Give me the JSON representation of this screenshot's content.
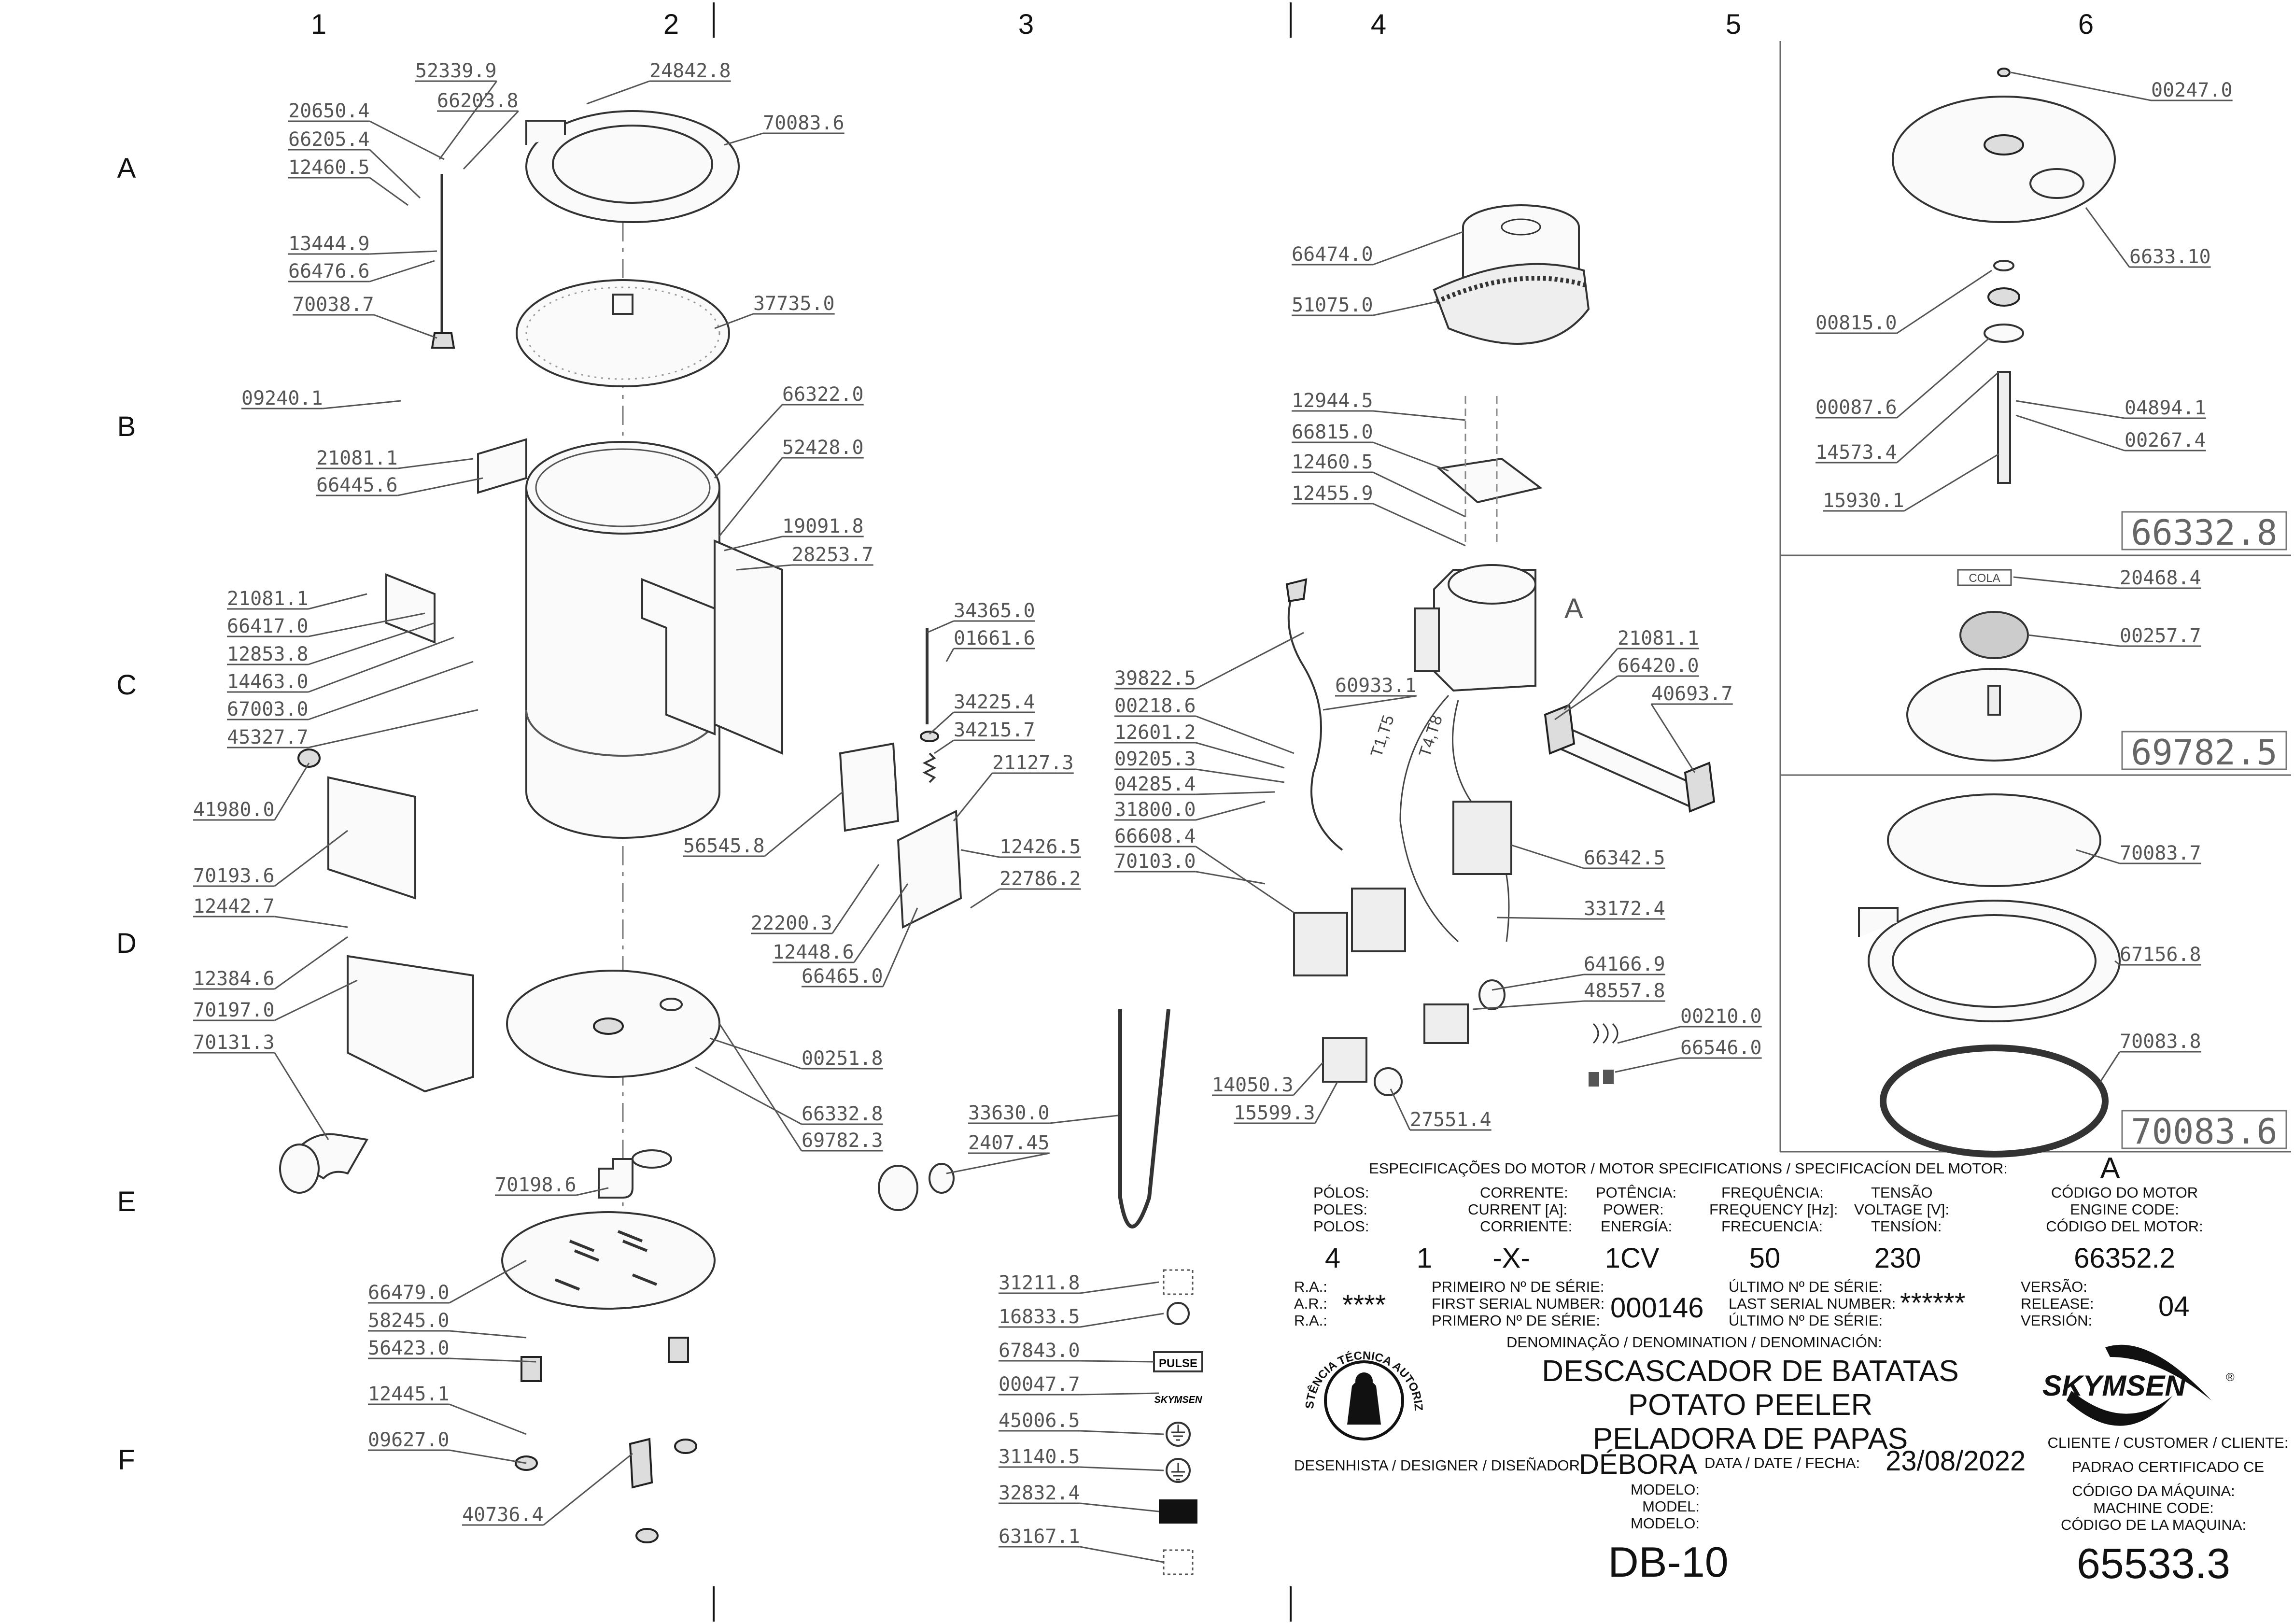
{
  "grid": {
    "columns": [
      "1",
      "2",
      "3",
      "4",
      "5",
      "6"
    ],
    "rows": [
      "A",
      "B",
      "C",
      "D",
      "E",
      "F"
    ]
  },
  "callouts": [
    {
      "id": "c1",
      "label": "52339.9"
    },
    {
      "id": "c2",
      "label": "24842.8"
    },
    {
      "id": "c3",
      "label": "66203.8"
    },
    {
      "id": "c4",
      "label": "20650.4"
    },
    {
      "id": "c5",
      "label": "70083.6"
    },
    {
      "id": "c6",
      "label": "66205.4"
    },
    {
      "id": "c7",
      "label": "12460.5"
    },
    {
      "id": "c8",
      "label": "13444.9"
    },
    {
      "id": "c9",
      "label": "66476.6"
    },
    {
      "id": "c10",
      "label": "70038.7"
    },
    {
      "id": "c11",
      "label": "37735.0"
    },
    {
      "id": "c12",
      "label": "09240.1"
    },
    {
      "id": "c13",
      "label": "66322.0"
    },
    {
      "id": "c14",
      "label": "21081.1"
    },
    {
      "id": "c15",
      "label": "52428.0"
    },
    {
      "id": "c16",
      "label": "66445.6"
    },
    {
      "id": "c17",
      "label": "19091.8"
    },
    {
      "id": "c18",
      "label": "28253.7"
    },
    {
      "id": "c19",
      "label": "21081.1"
    },
    {
      "id": "c20",
      "label": "66417.0"
    },
    {
      "id": "c21",
      "label": "12853.8"
    },
    {
      "id": "c22",
      "label": "14463.0"
    },
    {
      "id": "c23",
      "label": "67003.0"
    },
    {
      "id": "c24",
      "label": "45327.7"
    },
    {
      "id": "c25",
      "label": "41980.0"
    },
    {
      "id": "c26",
      "label": "70193.6"
    },
    {
      "id": "c27",
      "label": "12442.7"
    },
    {
      "id": "c28",
      "label": "12384.6"
    },
    {
      "id": "c29",
      "label": "70197.0"
    },
    {
      "id": "c30",
      "label": "70131.3"
    },
    {
      "id": "c31",
      "label": "00251.8"
    },
    {
      "id": "c32",
      "label": "66332.8"
    },
    {
      "id": "c33",
      "label": "69782.3"
    },
    {
      "id": "c34",
      "label": "70198.6"
    },
    {
      "id": "c35",
      "label": "34365.0"
    },
    {
      "id": "c36",
      "label": "01661.6"
    },
    {
      "id": "c37",
      "label": "34225.4"
    },
    {
      "id": "c38",
      "label": "34215.7"
    },
    {
      "id": "c39",
      "label": "21127.3"
    },
    {
      "id": "c40",
      "label": "56545.8"
    },
    {
      "id": "c41",
      "label": "12426.5"
    },
    {
      "id": "c42",
      "label": "22786.2"
    },
    {
      "id": "c43",
      "label": "22200.3"
    },
    {
      "id": "c44",
      "label": "12448.6"
    },
    {
      "id": "c45",
      "label": "66465.0"
    },
    {
      "id": "c46",
      "label": "33630.0"
    },
    {
      "id": "c47",
      "label": "2407.45"
    },
    {
      "id": "c48",
      "label": "66479.0"
    },
    {
      "id": "c49",
      "label": "58245.0"
    },
    {
      "id": "c50",
      "label": "56423.0"
    },
    {
      "id": "c51",
      "label": "12445.1"
    },
    {
      "id": "c52",
      "label": "09627.0"
    },
    {
      "id": "c53",
      "label": "40736.4"
    },
    {
      "id": "c54",
      "label": "31211.8"
    },
    {
      "id": "c55",
      "label": "16833.5"
    },
    {
      "id": "c56",
      "label": "67843.0"
    },
    {
      "id": "c57",
      "label": "00047.7"
    },
    {
      "id": "c58",
      "label": "45006.5"
    },
    {
      "id": "c59",
      "label": "31140.5"
    },
    {
      "id": "c60",
      "label": "32832.4"
    },
    {
      "id": "c61",
      "label": "63167.1"
    },
    {
      "id": "c62",
      "label": "66474.0"
    },
    {
      "id": "c63",
      "label": "51075.0"
    },
    {
      "id": "c64",
      "label": "12944.5"
    },
    {
      "id": "c65",
      "label": "66815.0"
    },
    {
      "id": "c66",
      "label": "12460.5"
    },
    {
      "id": "c67",
      "label": "12455.9"
    },
    {
      "id": "c68",
      "label": "60933.1"
    },
    {
      "id": "c69",
      "label": "39822.5"
    },
    {
      "id": "c70",
      "label": "00218.6"
    },
    {
      "id": "c71",
      "label": "12601.2"
    },
    {
      "id": "c72",
      "label": "09205.3"
    },
    {
      "id": "c73",
      "label": "04285.4"
    },
    {
      "id": "c74",
      "label": "31800.0"
    },
    {
      "id": "c75",
      "label": "66608.4"
    },
    {
      "id": "c76",
      "label": "70103.0"
    },
    {
      "id": "c77",
      "label": "21081.1"
    },
    {
      "id": "c78",
      "label": "66420.0"
    },
    {
      "id": "c79",
      "label": "40693.7"
    },
    {
      "id": "c80",
      "label": "66342.5"
    },
    {
      "id": "c81",
      "label": "33172.4"
    },
    {
      "id": "c82",
      "label": "64166.9"
    },
    {
      "id": "c83",
      "label": "48557.8"
    },
    {
      "id": "c84",
      "label": "00210.0"
    },
    {
      "id": "c85",
      "label": "66546.0"
    },
    {
      "id": "c86",
      "label": "14050.3"
    },
    {
      "id": "c87",
      "label": "15599.3"
    },
    {
      "id": "c88",
      "label": "27551.4"
    },
    {
      "id": "c89",
      "label": "00247.0"
    },
    {
      "id": "c90",
      "label": "6633.10"
    },
    {
      "id": "c91",
      "label": "00815.0"
    },
    {
      "id": "c92",
      "label": "00087.6"
    },
    {
      "id": "c93",
      "label": "04894.1"
    },
    {
      "id": "c94",
      "label": "14573.4"
    },
    {
      "id": "c95",
      "label": "00267.4"
    },
    {
      "id": "c96",
      "label": "15930.1"
    },
    {
      "id": "c97",
      "label": "20468.4"
    },
    {
      "id": "c98",
      "label": "00257.7"
    },
    {
      "id": "c99",
      "label": "70083.7"
    },
    {
      "id": "c100",
      "label": "67156.8"
    },
    {
      "id": "c101",
      "label": "70083.8"
    }
  ],
  "details": {
    "shaft_assembly": "66332.8",
    "screen_assembly": "69782.5",
    "ring_assembly": "70083.6",
    "cola_tag": "COLA",
    "motor_tag": "A",
    "wire_tag_1": "T1,T5",
    "wire_tag_2": "T4,T8",
    "sticker_pulse": "PULSE",
    "sticker_brand": "SKYMSEN"
  },
  "titleblock": {
    "motor_spec_header": "ESPECIFICAÇÕES DO MOTOR / MOTOR SPECIFICATIONS / SPECIFICACÍON DEL MOTOR:",
    "motor_letter": "A",
    "heads": {
      "poles": [
        "PÓLOS:",
        "POLES:",
        "POLOS:"
      ],
      "current": [
        "CORRENTE:",
        "CURRENT [A]:",
        "CORRIENTE:"
      ],
      "power": [
        "POTÊNCIA:",
        "POWER:",
        "ENERGÍA:"
      ],
      "frequency": [
        "FREQUÊNCIA:",
        "FREQUENCY [Hz]:",
        "FRECUENCIA:"
      ],
      "voltage": [
        "TENSÃO",
        "VOLTAGE [V]:",
        "TENSÍON:"
      ],
      "motor_code": [
        "CÓDIGO DO MOTOR",
        "ENGINE CODE:",
        "CÓDIGO DEL MOTOR:"
      ]
    },
    "values": {
      "poles": "4",
      "current_1": "1",
      "current_2": "-X-",
      "power": "1CV",
      "frequency": "50",
      "voltage": "230",
      "motor_code": "66352.2"
    },
    "ra_labels": [
      "R.A.:",
      "A.R.:",
      "R.A.:"
    ],
    "ra_value": "****",
    "first_serial_labels": [
      "PRIMEIRO Nº DE SÉRIE:",
      "FIRST SERIAL NUMBER:",
      "PRIMERO Nº DE SÉRIE:"
    ],
    "first_serial": "000146",
    "last_serial_labels": [
      "ÚLTIMO Nº DE SÉRIE:",
      "LAST SERIAL NUMBER:",
      "ÚLTIMO Nº DE SÉRIE:"
    ],
    "last_serial": "******",
    "release_labels": [
      "VERSÃO:",
      "RELEASE:",
      "VERSIÓN:"
    ],
    "release": "04",
    "denomination_label": "DENOMINAÇÃO / DENOMINATION / DENOMINACIÓN:",
    "denomination": [
      "DESCASCADOR DE BATATAS",
      "POTATO PEELER",
      "PELADORA DE PAPAS"
    ],
    "seal_text": "ASSISTÊNCIA TÉCNICA AUTORIZADA",
    "brand": "SKYMSEN",
    "brand_mark": "®",
    "designer_label": "DESENHISTA / DESIGNER / DISEÑADOR:",
    "designer": "DÉBORA",
    "date_label": "DATA / DATE / FECHA:",
    "date": "23/08/2022",
    "customer_label": "CLIENTE / CUSTOMER / CLIENTE:",
    "customer": "PADRAO CERTIFICADO CE",
    "model_labels": [
      "MODELO:",
      "MODEL:",
      "MODELO:"
    ],
    "model": "DB-10",
    "machine_code_labels": [
      "CÓDIGO DA MÁQUINA:",
      "MACHINE CODE:",
      "CÓDIGO DE LA MAQUINA:"
    ],
    "machine_code": "65533.3"
  },
  "colors": {
    "line": "#333333",
    "leader": "#555555",
    "text": "#111111"
  }
}
